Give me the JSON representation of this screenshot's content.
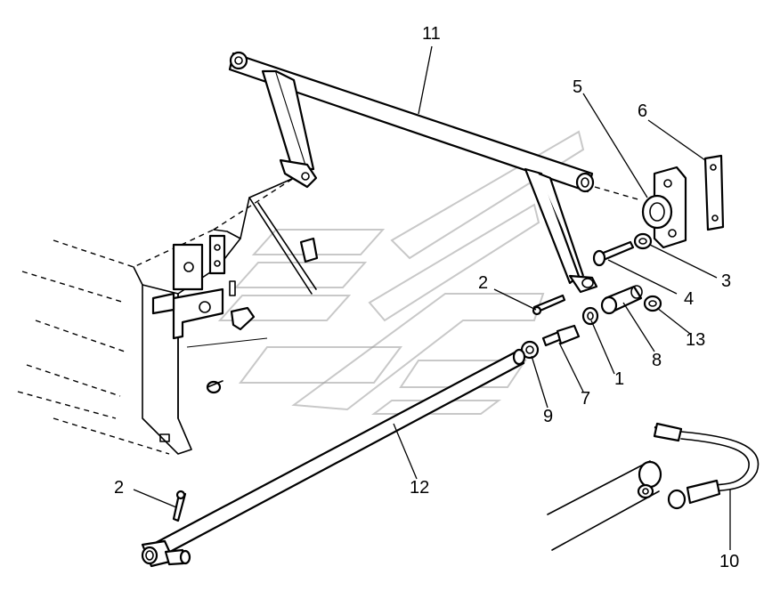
{
  "diagram": {
    "labels": [
      {
        "id": "11",
        "text": "11"
      },
      {
        "id": "5",
        "text": "5"
      },
      {
        "id": "6",
        "text": "6"
      },
      {
        "id": "3",
        "text": "3"
      },
      {
        "id": "4",
        "text": "4"
      },
      {
        "id": "2a",
        "text": "2"
      },
      {
        "id": "13",
        "text": "13"
      },
      {
        "id": "8",
        "text": "8"
      },
      {
        "id": "1",
        "text": "1"
      },
      {
        "id": "7",
        "text": "7"
      },
      {
        "id": "9",
        "text": "9"
      },
      {
        "id": "12",
        "text": "12"
      },
      {
        "id": "2b",
        "text": "2"
      },
      {
        "id": "10",
        "text": "10"
      }
    ]
  }
}
